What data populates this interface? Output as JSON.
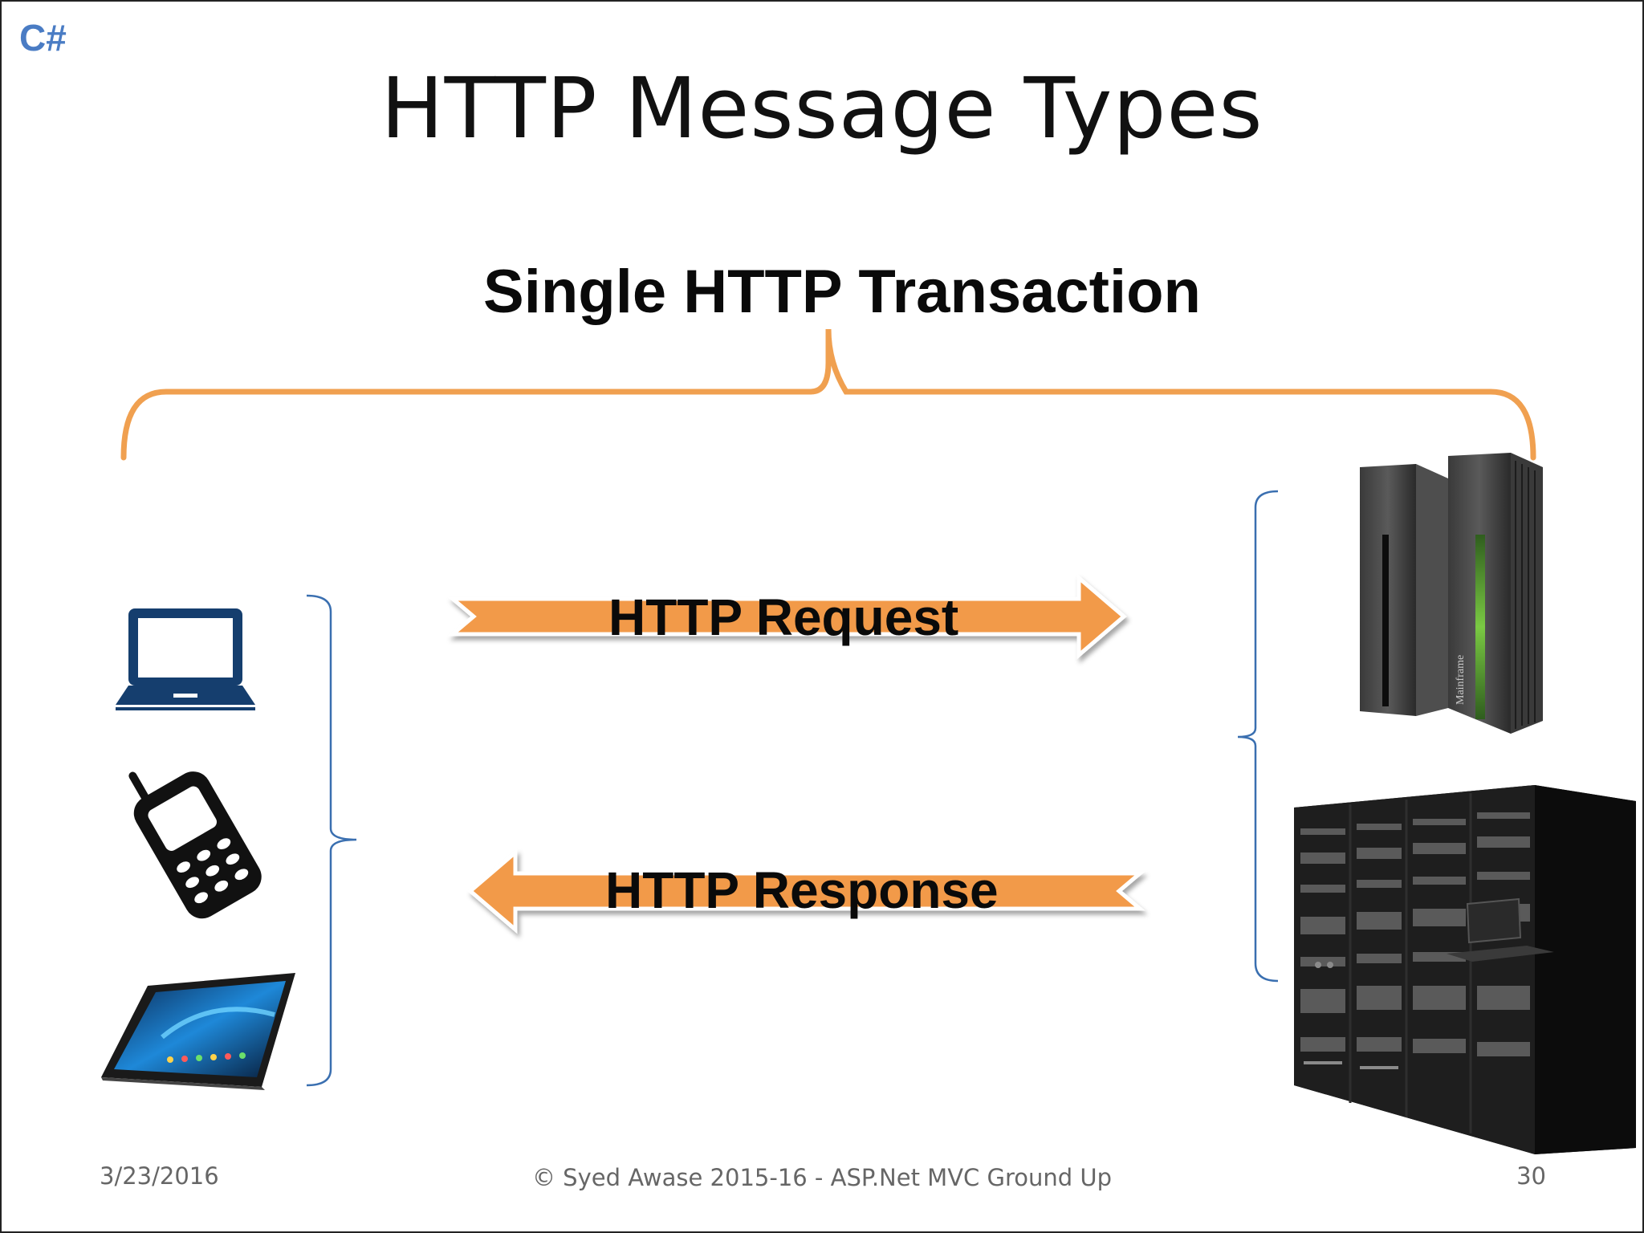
{
  "logo": {
    "text": "C#"
  },
  "title": "HTTP Message Types",
  "subtitle": "Single HTTP Transaction",
  "arrows": {
    "request": "HTTP Request",
    "response": "HTTP Response"
  },
  "clients": [
    {
      "icon": "laptop-icon"
    },
    {
      "icon": "mobile-phone-icon"
    },
    {
      "icon": "tablet-icon"
    }
  ],
  "servers": [
    {
      "icon": "mainframe-icon",
      "label": "Mainframe"
    },
    {
      "icon": "server-rack-icon"
    }
  ],
  "colors": {
    "accent_orange": "#f0a050",
    "arrow_orange": "#f29a48",
    "bracket_blue": "#3a6fb0",
    "device_navy": "#153e6e",
    "logo_blue": "#4a7cc4"
  },
  "footer": {
    "date": "3/23/2016",
    "copyright": "© Syed Awase 2015-16 - ASP.Net MVC Ground Up",
    "page": "30"
  }
}
